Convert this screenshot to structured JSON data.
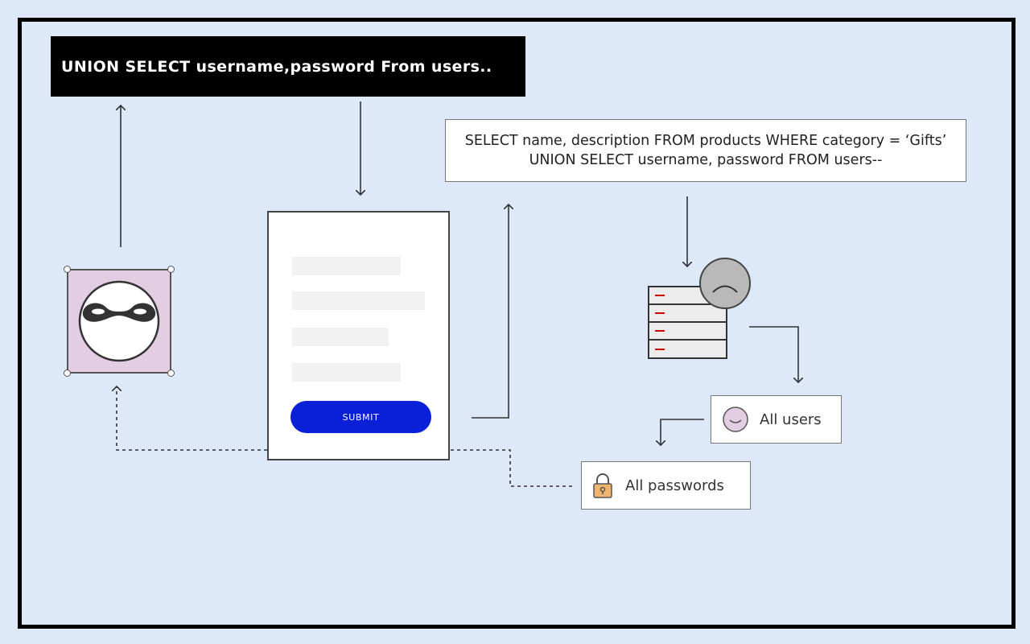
{
  "injection_payload": "UNION SELECT username,password From users..",
  "sql_query": "SELECT  name, description FROM products WHERE category = ‘Gifts’ UNION SELECT username, password FROM users--",
  "form": {
    "submit_label": "SUBMIT"
  },
  "results": {
    "users_label": "All users",
    "passwords_label": "All passwords"
  },
  "icons": {
    "attacker": "masked-user-icon",
    "database": "database-server-icon",
    "sad_face": "sad-face-icon",
    "user": "smiley-user-icon",
    "lock": "padlock-icon"
  },
  "colors": {
    "background": "#dde8f8",
    "frame": "#000000",
    "submit_button": "#0a1fd8",
    "attacker_card": "#e2cde2",
    "db_marks": "#cc0000",
    "lock": "#f0b46e"
  }
}
